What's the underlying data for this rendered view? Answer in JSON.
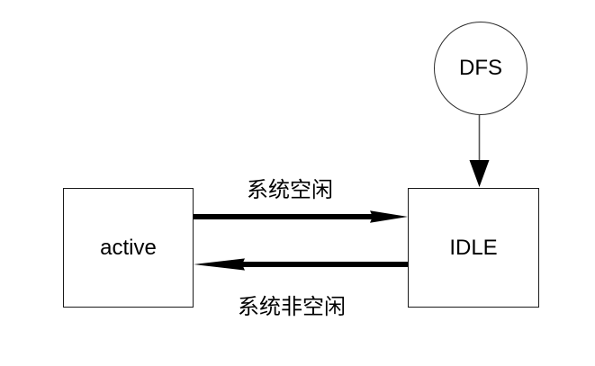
{
  "diagram": {
    "background_color": "#ffffff",
    "stroke_color": "#000000",
    "thin_arrow_color": "#555555",
    "nodes": {
      "dfs": {
        "label": "DFS",
        "shape": "circle"
      },
      "active": {
        "label": "active",
        "shape": "rect"
      },
      "idle": {
        "label": "IDLE",
        "shape": "rect"
      }
    },
    "edges": {
      "active_to_idle": {
        "label": "系统空闲",
        "from": "active",
        "to": "IDLE",
        "style": "thick-right-arrow"
      },
      "idle_to_active": {
        "label": "系统非空闲",
        "from": "IDLE",
        "to": "active",
        "style": "thick-left-arrow"
      },
      "dfs_to_idle": {
        "label": "",
        "from": "DFS",
        "to": "IDLE",
        "style": "thin-down-arrow"
      }
    }
  }
}
